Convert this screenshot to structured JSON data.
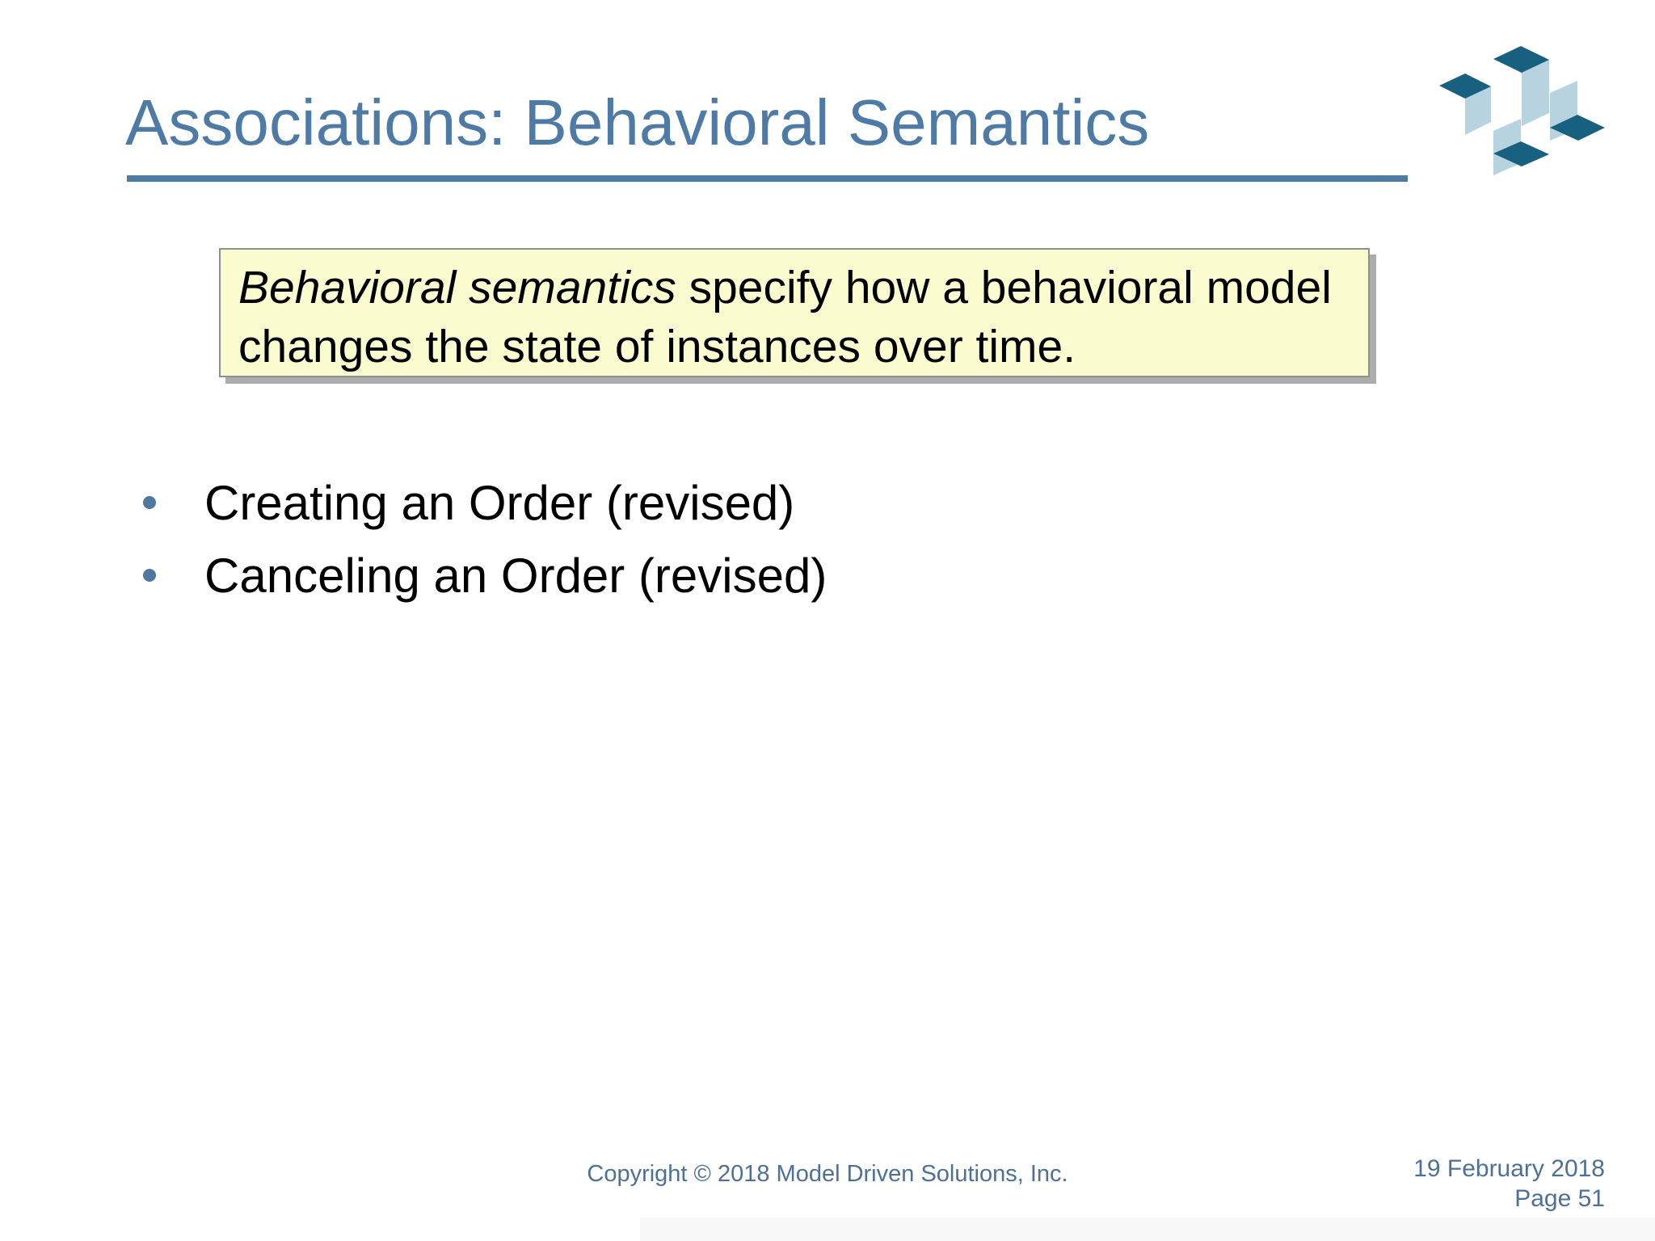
{
  "slide": {
    "title": "Associations: Behavioral Semantics",
    "definition_box": {
      "lead_italic": "Behavioral semantics",
      "line1_rest": " specify how a behavioral model",
      "line2": "changes the state of instances over time."
    },
    "bullets": [
      {
        "label": "Creating an Order (revised)"
      },
      {
        "label": "Canceling an Order (revised)"
      }
    ],
    "footer": {
      "copyright": "Copyright © 2018 Model Driven Solutions, Inc.",
      "date": "19 February 2018",
      "page": "Page 51"
    },
    "logo": {
      "name": "model-driven-solutions-logo",
      "dark_color": "#17607f",
      "light_color": "#b8d3e0"
    },
    "colors": {
      "accent_blue": "#4e7aa6",
      "box_background": "#fbfbd0",
      "box_border": "#8f8f8f",
      "box_shadow": "#acacac",
      "bullet_dot": "#4e78a0",
      "footer_text": "#4d7099",
      "body_text": "#000000"
    }
  }
}
